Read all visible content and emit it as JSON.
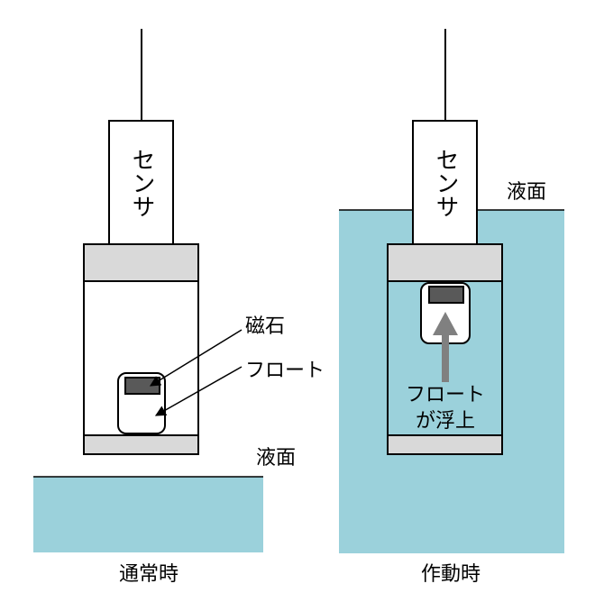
{
  "colors": {
    "liquid": "#9bd1db",
    "cap": "#d9d9d9",
    "magnet": "#595959",
    "arrow": "#808080",
    "stroke": "#000000"
  },
  "normal": {
    "sensor_label": "センサ",
    "magnet_label": "磁石",
    "float_label": "フロート",
    "liquid_label": "液面",
    "caption": "通常時"
  },
  "active": {
    "sensor_label": "センサ",
    "liquid_label": "液面",
    "float_rise_line1": "フロート",
    "float_rise_line2": "が浮上",
    "caption": "作動時"
  }
}
